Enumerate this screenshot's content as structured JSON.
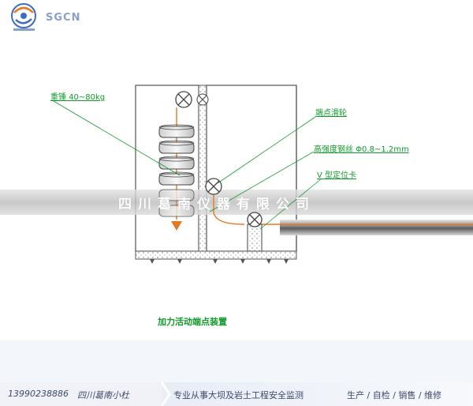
{
  "logo": {
    "text": "SGCN"
  },
  "labels": {
    "weight": "重锤 40~80kg",
    "pulley": "端点滑轮",
    "wire": "高强度钢丝 Φ0.8~1.2mm",
    "clip": "V 型定位卡"
  },
  "caption": "加力活动端点装置",
  "watermark": "四川葛南仪器有限公司",
  "footer": {
    "phone": "13990238886",
    "company": "四川葛南小杜",
    "slogan": "专业从事大坝及岩土工程安全监测",
    "services": "生产 / 自检 / 销售 / 维修"
  },
  "colors": {
    "green": "#129a2c",
    "orange": "#e87722",
    "band": "#c8c8c8"
  }
}
